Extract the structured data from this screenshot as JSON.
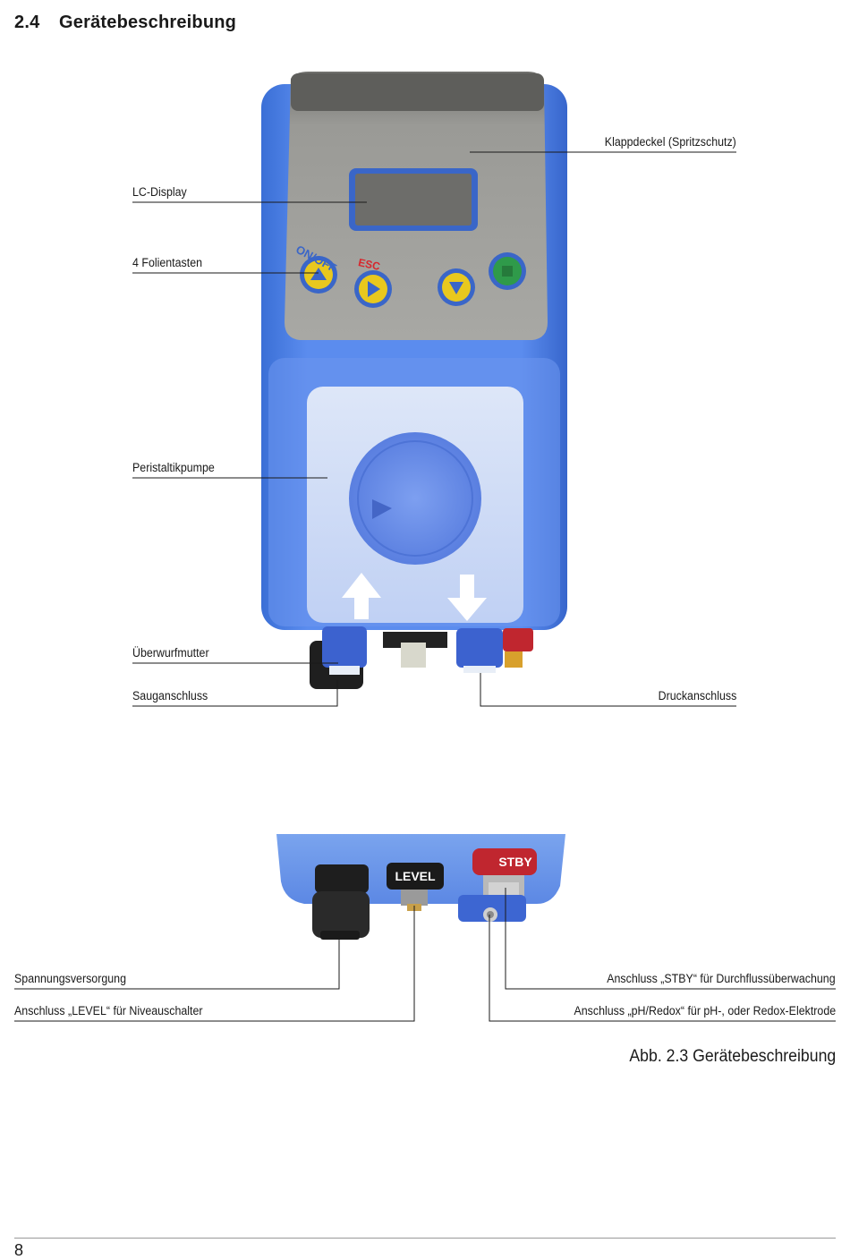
{
  "section": {
    "number": "2.4",
    "title": "Gerätebeschreibung"
  },
  "device_top": {
    "buttons": {
      "on_off": "ON/OFF",
      "esc": "ESC"
    }
  },
  "device_bottom": {
    "level_label": "LEVEL",
    "stby_label": "STBY"
  },
  "labels": {
    "klappdeckel": "Klappdeckel (Spritzschutz)",
    "lc_display": "LC-Display",
    "folientasten": "4 Folientasten",
    "peristaltikpumpe": "Peristaltikpumpe",
    "ueberwurfmutter": "Überwurfmutter",
    "sauganschluss": "Sauganschluss",
    "druckanschluss": "Druckanschluss",
    "spannungsversorgung": "Spannungsversorgung",
    "anschluss_level": "Anschluss „LEVEL“ für Niveauschalter",
    "anschluss_stby": "Anschluss „STBY“ für Durchflussüberwachung",
    "anschluss_ph": "Anschluss „pH/Redox“ für pH-, oder Redox-Elektrode"
  },
  "caption": "Abb. 2.3 Gerätebeschreibung",
  "page_number": "8",
  "colors": {
    "housing_blue": "#4a7fe0",
    "cover_smoke": "#8a8a88",
    "button_yellow": "#e8c81e",
    "button_green": "#2f9a4a",
    "stby_red": "#c0262f"
  }
}
